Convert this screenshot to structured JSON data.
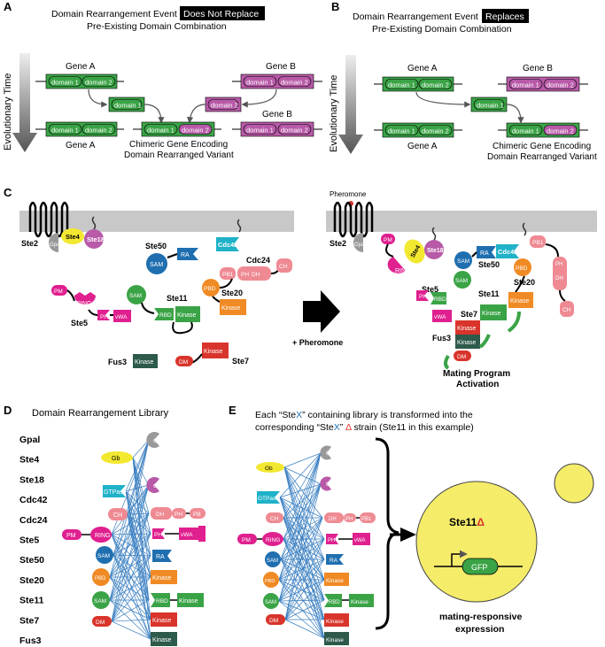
{
  "panelA": {
    "letter": "A",
    "title_part1": "Domain Rearrangement Event",
    "title_highlight": "Does Not Replace",
    "title_line2": "Pre-Existing Domain Combination",
    "gene_a": "Gene A",
    "gene_b": "Gene B",
    "domain1": "domain 1",
    "domain2": "domain 2",
    "axis": "Evolutionary Time",
    "chimeric_line1": "Chimeric Gene Encoding",
    "chimeric_line2": "Domain Rearranged Variant"
  },
  "panelB": {
    "letter": "B",
    "title_part1": "Domain Rearrangement Event",
    "title_highlight": "Replaces",
    "title_line2": "Pre-Existing Domain Combination",
    "gene_a": "Gene A",
    "gene_b": "Gene B",
    "domain1": "domain 1",
    "domain2": "domain 2",
    "axis": "Evolutionary Time",
    "chimeric_line1": "Chimeric Gene Encoding",
    "chimeric_line2": "Domain Rearranged Variant"
  },
  "panelC": {
    "letter": "C",
    "pheromone": "Pheromone",
    "plus_pheromone": "+ Pheromone",
    "activation_line1": "Mating Program",
    "activation_line2": "Activation",
    "labels": {
      "ste2": "Ste2",
      "gpa1": "Gpa1",
      "ste4": "Ste4",
      "ste18": "Ste18",
      "ste50": "Ste50",
      "sam": "SAM",
      "ra": "RA",
      "cdc42": "Cdc42",
      "cdc24": "Cdc24",
      "pb1": "PB1",
      "dh": "DH",
      "ph": "PH",
      "ch": "CH",
      "pm": "PM",
      "ring": "RING",
      "vwa": "vWA",
      "ste5": "Ste5",
      "ste11": "Ste11",
      "rbd": "RBD",
      "kinase": "Kinase",
      "ste20": "Ste20",
      "pbd": "PBD",
      "fus3": "Fus3",
      "dm": "DM",
      "ste7": "Ste7"
    }
  },
  "panelD": {
    "letter": "D",
    "title": "Domain Rearrangement Library",
    "genes": [
      "Gpal",
      "Ste4",
      "Ste18",
      "Cdc42",
      "Cdc24",
      "Ste5",
      "Ste50",
      "Ste20",
      "Ste11",
      "Ste7",
      "Fus3"
    ],
    "domains": {
      "ga": "Ga",
      "gb": "Gb",
      "gg": "Gg",
      "gtpase": "GTPase",
      "ch": "CH",
      "dh": "DH",
      "ph": "PH",
      "pb": "PB",
      "pm": "PM",
      "ring": "RING",
      "vwa": "vWA",
      "sam": "SAM",
      "ra": "RA",
      "pbd": "PBD",
      "kinase": "Kinase",
      "rbd": "RBD",
      "dm": "DM"
    }
  },
  "panelE": {
    "letter": "E",
    "text_line1_a": "Each “",
    "text_line1_b": "Ste",
    "text_line1_c": "X",
    "text_line1_d": "” containing library is transformed into the",
    "text_line2_a": "corresponding “Ste",
    "text_line2_b": "X",
    "text_line2_c": "” ",
    "text_line2_d": "Δ",
    "text_line2_e": " strain (Ste11 in this example)",
    "cell_label": "Ste11",
    "cell_delta": "Δ",
    "gfp": "GFP",
    "readout_line1": "mating-responsive",
    "readout_line2": "expression",
    "domains": {
      "ga": "Ga",
      "gb": "Gb",
      "gg": "Gg",
      "gtpase": "GTPase",
      "ch": "CH",
      "dh": "DH",
      "ph": "PH",
      "pb1": "PB1",
      "pm": "PM",
      "ring": "RING",
      "vwa": "vWA",
      "sam": "SAM",
      "ra": "RA",
      "pbd": "PBD",
      "kinase": "Kinase",
      "rbd": "RBD",
      "dm": "DM"
    }
  },
  "colors": {
    "green": "#3aa346",
    "pink": "#b85aa8",
    "magenta": "#e0208f",
    "orange": "#f08a24",
    "blue": "#1f6fb0",
    "cyan": "#1fb2c8",
    "salmon": "#ef8a93",
    "red": "#d9342b",
    "dkgreen": "#2d5a4a",
    "yellow": "#f3e830",
    "gray": "#999999",
    "membrane": "#c8c8c8",
    "line": "#3a7fc1"
  }
}
